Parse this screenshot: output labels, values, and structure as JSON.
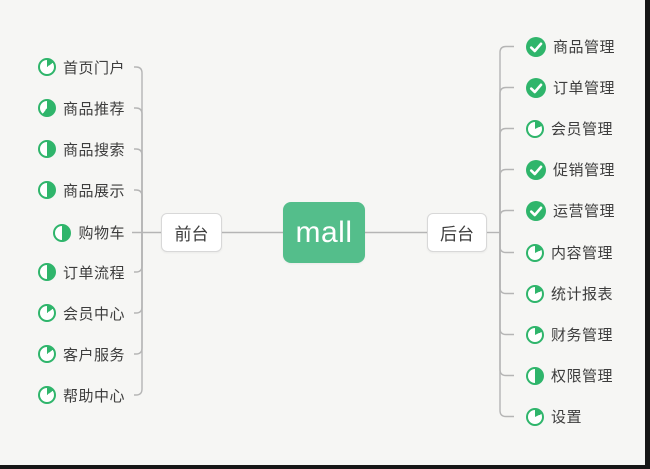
{
  "center_node": {
    "label": "mall"
  },
  "left_branch": {
    "node_label": "前台",
    "items": [
      {
        "label": "首页门户",
        "icon": "pie",
        "percent": 15
      },
      {
        "label": "商品推荐",
        "icon": "pie",
        "percent": 60
      },
      {
        "label": "商品搜索",
        "icon": "pie",
        "percent": 50
      },
      {
        "label": "商品展示",
        "icon": "pie",
        "percent": 50
      },
      {
        "label": "购物车",
        "icon": "pie",
        "percent": 50
      },
      {
        "label": "订单流程",
        "icon": "pie",
        "percent": 50
      },
      {
        "label": "会员中心",
        "icon": "pie",
        "percent": 15
      },
      {
        "label": "客户服务",
        "icon": "pie",
        "percent": 15
      },
      {
        "label": "帮助中心",
        "icon": "pie",
        "percent": 15
      }
    ]
  },
  "right_branch": {
    "node_label": "后台",
    "items": [
      {
        "label": "商品管理",
        "icon": "check"
      },
      {
        "label": "订单管理",
        "icon": "check"
      },
      {
        "label": "会员管理",
        "icon": "pie",
        "percent": 18
      },
      {
        "label": "促销管理",
        "icon": "check"
      },
      {
        "label": "运营管理",
        "icon": "check"
      },
      {
        "label": "内容管理",
        "icon": "pie",
        "percent": 18
      },
      {
        "label": "统计报表",
        "icon": "pie",
        "percent": 18
      },
      {
        "label": "财务管理",
        "icon": "pie",
        "percent": 18
      },
      {
        "label": "权限管理",
        "icon": "pie",
        "percent": 50
      },
      {
        "label": "设置",
        "icon": "pie",
        "percent": 18
      }
    ]
  },
  "colors": {
    "background": "#f6f6f4",
    "center_green": "#54be8b",
    "icon_green": "#2fb56b",
    "line": "#b5b5b5",
    "node_border": "#d8d8d8",
    "text": "#3d3d3d",
    "frame": "#161616"
  }
}
